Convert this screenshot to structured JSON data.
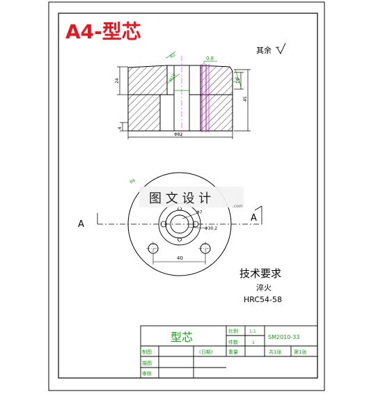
{
  "header": {
    "title": "A4-型芯",
    "title_color": "#e8141e",
    "surface_note": "其余"
  },
  "section_view": {
    "dim_08": "0.8",
    "dim_r2": "R2",
    "dim_45": "45",
    "dim_24": "24",
    "dim_4": "4",
    "dim_width": "Φ82",
    "dim_thread": "M10",
    "dim_15": "15",
    "dim_16": "1.6",
    "hatch_color": "#000000",
    "dim_color": "#14a014",
    "center_color": "#e020e0"
  },
  "plan_view": {
    "label_left": "A",
    "label_right": "A",
    "dim_hole": "Φ7",
    "dim_pcd": "Φ30.2",
    "dim_spacing": "40",
    "dim_r6": "R6"
  },
  "watermark": {
    "text": "图 文 设 计",
    "sub": ".com"
  },
  "tech": {
    "heading": "技术要求",
    "line1": "淬火",
    "line2": "HRC54-58"
  },
  "title_block": {
    "part_name": "型芯",
    "part_color": "#14a014",
    "scale_label": "比例",
    "scale_value": "1:1",
    "qty_label": "件数",
    "qty_value": "1",
    "drawing_no": "SM2010-33",
    "drawn_label": "制图",
    "date_label": "(日期)",
    "weight_label": "重量",
    "sheets": "共1张",
    "sheet_no": "第1张",
    "check_label": "描图",
    "review_label": "审核"
  }
}
